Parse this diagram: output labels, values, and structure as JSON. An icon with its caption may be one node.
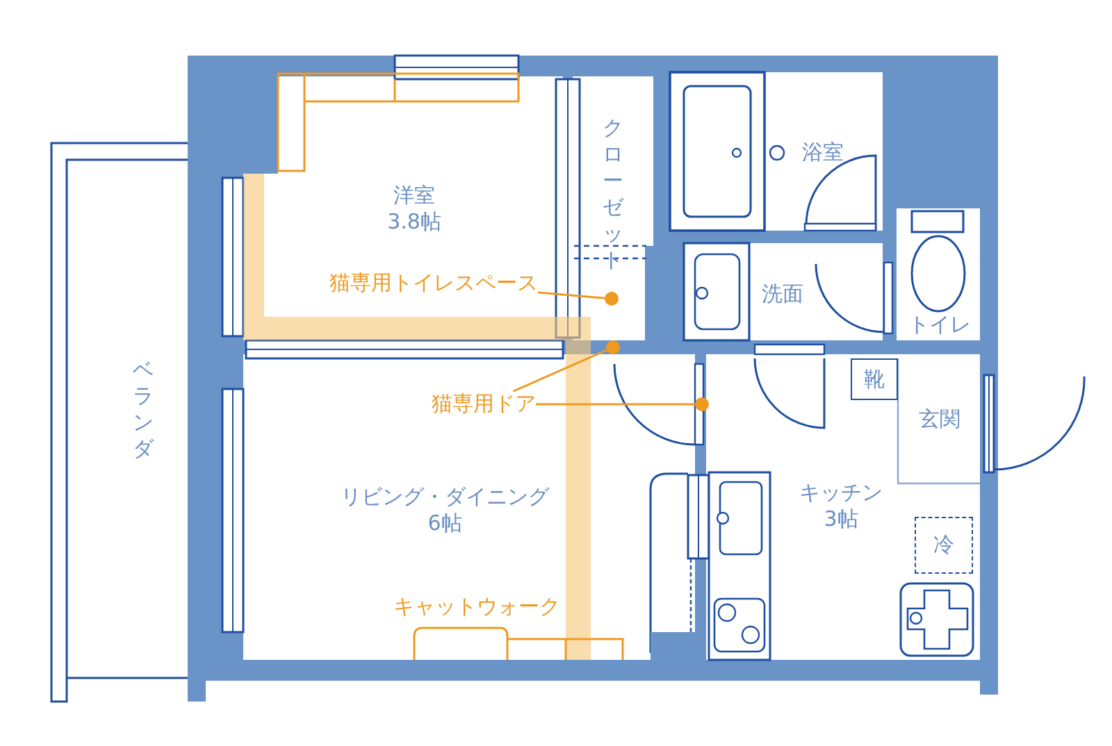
{
  "diagram": {
    "nodes": [
      {
        "text": [
          "洋室",
          "3.8帖"
        ]
      },
      {
        "text": [
          "クローゼット"
        ]
      },
      {
        "text": [
          "浴室"
        ]
      },
      {
        "text": [
          "洗面"
        ]
      },
      {
        "text": [
          "トイレ"
        ]
      },
      {
        "text": [
          "ベランダ"
        ]
      },
      {
        "text": [
          "リビング・ダイニング",
          "6帖"
        ]
      },
      {
        "text": [
          "靴"
        ]
      },
      {
        "text": [
          "玄関"
        ]
      },
      {
        "text": [
          "キッチン",
          "3帖"
        ]
      },
      {
        "text": [
          "冷"
        ]
      },
      {
        "text": [
          "猫専用トイレスペース"
        ]
      },
      {
        "text": [],
        "shape": "circle"
      },
      {
        "text": [
          "猫専用ドア"
        ]
      },
      {
        "text": [],
        "shape": "circle"
      },
      {
        "text": [],
        "shape": "circle"
      }
    ],
    "edges": [
      {
        "from": 11,
        "to": 12,
        "arrow": "none"
      },
      {
        "from": 13,
        "to": 14,
        "arrow": "none"
      },
      {
        "from": 13,
        "to": 15,
        "arrow": "none"
      }
    ],
    "labels": [
      "キャットウォーク"
    ]
  }
}
